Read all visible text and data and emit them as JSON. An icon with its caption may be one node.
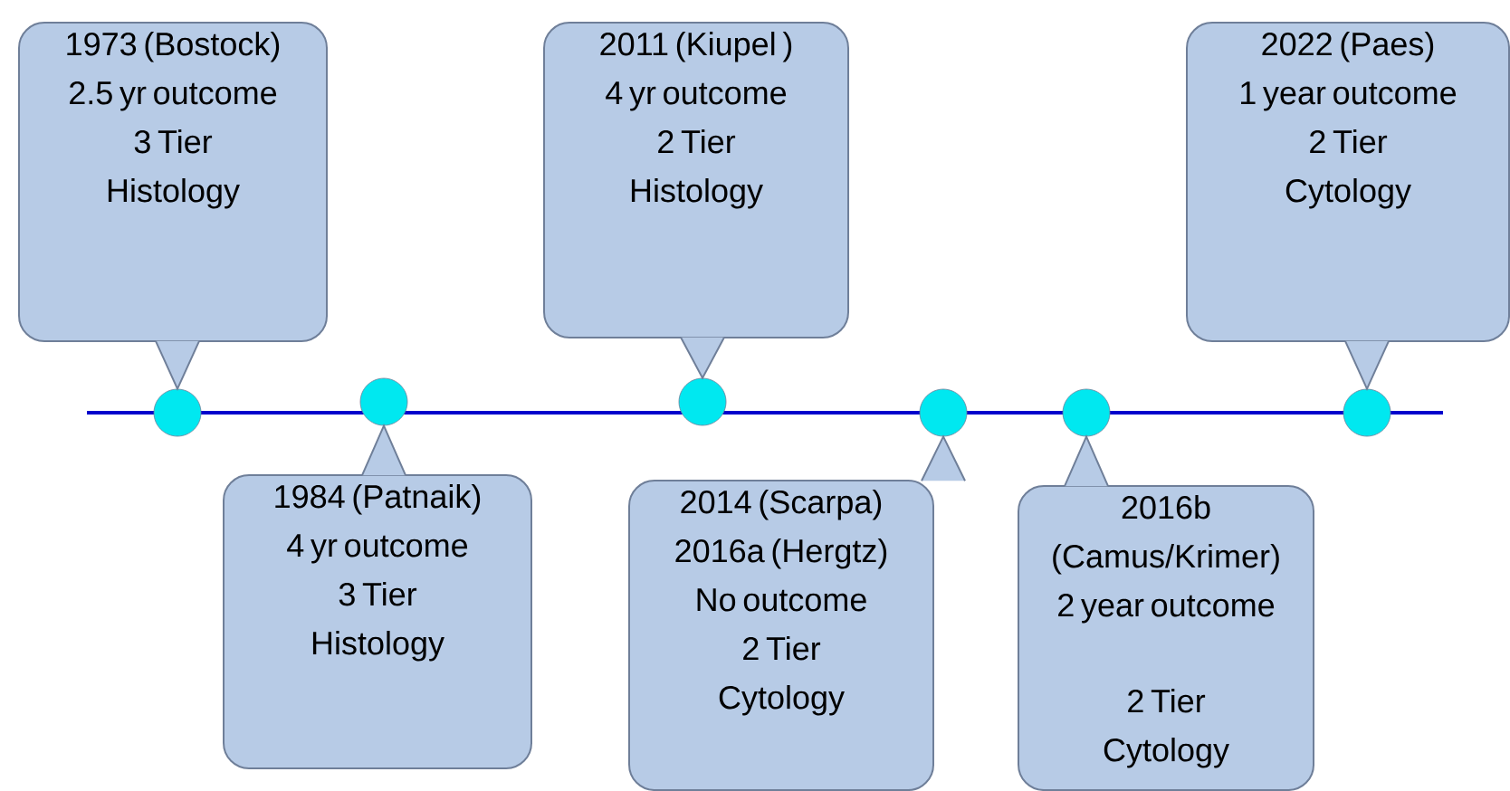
{
  "diagram": {
    "nodes": [
      {
        "text": [
          "1973 (Bostock)",
          "2.5 yr outcome",
          "3 Tier",
          "Histology"
        ]
      },
      {
        "text": [
          "1984 (Patnaik)",
          "4 yr outcome",
          "3 Tier",
          "Histology"
        ]
      },
      {
        "text": [
          "2011 (Kiupel )",
          "4 yr outcome",
          "2 Tier",
          "Histology"
        ]
      },
      {
        "text": [
          "2014 (Scarpa)",
          "2016a (Hergtz)",
          "No outcome",
          "2 Tier",
          "Cytology"
        ]
      },
      {
        "text": [
          "2016b (Camus/Krimer)",
          "2 year outcome",
          "2 Tier",
          "Cytology"
        ]
      },
      {
        "text": [
          "2022 (Paes)",
          "1 year outcome",
          "2 Tier",
          "Cytology"
        ]
      },
      {
        "text": [],
        "shape": "circle"
      },
      {
        "text": [],
        "shape": "circle"
      },
      {
        "text": [],
        "shape": "circle"
      },
      {
        "text": [],
        "shape": "circle"
      },
      {
        "text": [],
        "shape": "circle"
      },
      {
        "text": [],
        "shape": "circle"
      }
    ],
    "edges": [
      {
        "from": 0,
        "to": 6,
        "arrow": "to"
      },
      {
        "from": 1,
        "to": 7,
        "arrow": "to"
      },
      {
        "from": 2,
        "to": 8,
        "arrow": "to"
      },
      {
        "from": 3,
        "to": 9,
        "arrow": "to"
      },
      {
        "from": 4,
        "to": 10,
        "arrow": "to"
      },
      {
        "from": 5,
        "to": 11,
        "arrow": "to"
      }
    ]
  }
}
